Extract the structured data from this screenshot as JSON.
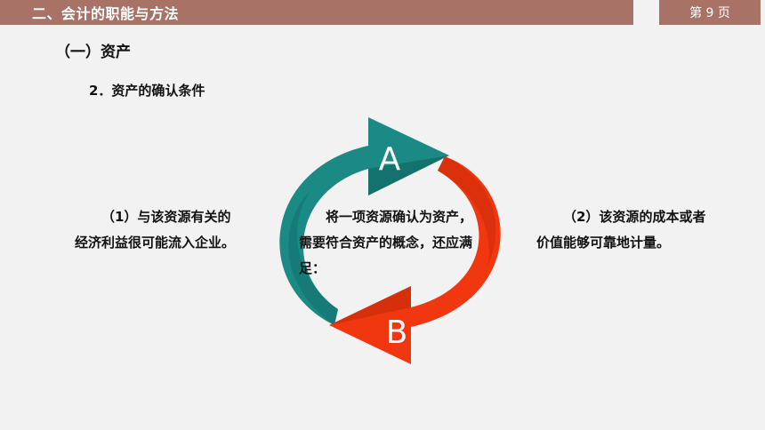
{
  "header": {
    "title": "二、会计的职能与方法",
    "page": "第 9 页"
  },
  "section_heading": "（一）资产",
  "sub_heading": "2．资产的确认条件",
  "center_text": "将一项资源确认为资产，需要符合资产的概念，还应满足：",
  "conditions": {
    "left": "（1）与该资源有关的经济利益很可能流入企业。",
    "right": "（2）该资源的成本或者价值能够可靠地计量。"
  },
  "cycle": {
    "label_a": "A",
    "label_b": "B",
    "colors": {
      "arrow_a": "#1b8a84",
      "arrow_a_dark": "#0f5f5b",
      "arrow_b": "#f0370f",
      "arrow_b_dark": "#b32508"
    }
  },
  "colors": {
    "header_bar": "#a97266",
    "background": "#f2f2f2"
  }
}
